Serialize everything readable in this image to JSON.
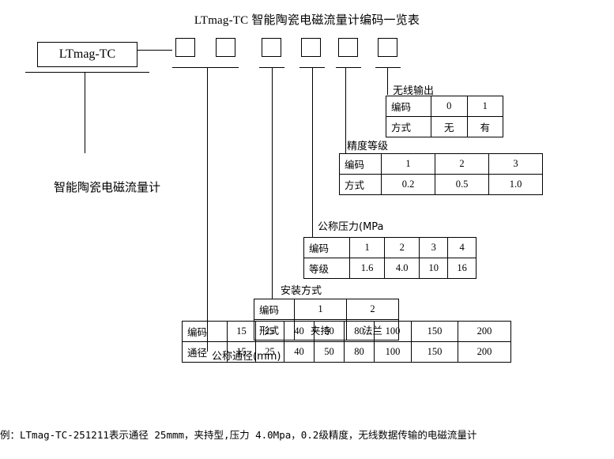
{
  "title": "LTmag-TC 智能陶瓷电磁流量计编码一览表",
  "model": "LTmag-TC",
  "device_label": "智能陶瓷电磁流量计",
  "wireless": {
    "title": "无线输出",
    "row1": [
      "编码",
      "0",
      "1"
    ],
    "row2": [
      "方式",
      "无",
      "有"
    ]
  },
  "accuracy": {
    "title": "精度等级",
    "row1": [
      "编码",
      "1",
      "2",
      "3"
    ],
    "row2": [
      "方式",
      "0.2",
      "0.5",
      "1.0"
    ]
  },
  "pressure": {
    "title": "公称压力(MPa",
    "row1": [
      "编码",
      "1",
      "2",
      "3",
      "4"
    ],
    "row2": [
      "等级",
      "1.6",
      "4.0",
      "10",
      "16"
    ]
  },
  "install": {
    "title": "安装方式",
    "row1": [
      "编码",
      "1",
      "2"
    ],
    "row2": [
      "形式",
      "夹持",
      "法兰"
    ]
  },
  "diameter": {
    "title": "公称通径(mm)",
    "row1": [
      "编码",
      "15",
      "25",
      "40",
      "50",
      "80",
      "100",
      "150",
      "200"
    ],
    "row2": [
      "通径",
      "15",
      "25",
      "40",
      "50",
      "80",
      "100",
      "150",
      "200"
    ]
  },
  "example": "例：LTmag-TC-251211表示通径 25mmm，夹持型,压力 4.0Mpa，0.2级精度，无线数据传输的电磁流量计"
}
